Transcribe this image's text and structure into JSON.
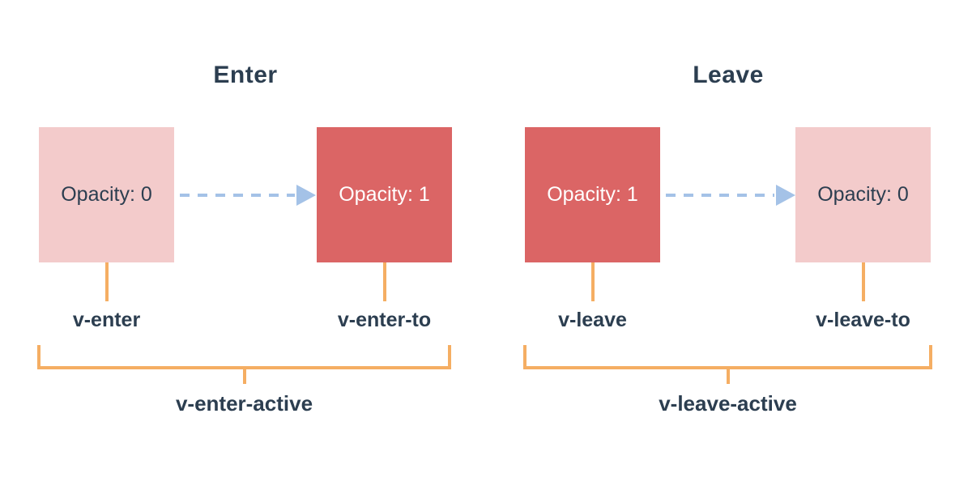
{
  "colors": {
    "faded_box": "#F3CBCB",
    "solid_box": "#DB6565",
    "connector_orange": "#F5AE63",
    "arrow_blue": "#A4C2E7",
    "text_dark": "#2C3E50",
    "text_light": "#FFFFFF"
  },
  "enter": {
    "title": "Enter",
    "from_box": "Opacity: 0",
    "to_box": "Opacity: 1",
    "from_label": "v-enter",
    "to_label": "v-enter-to",
    "active_label": "v-enter-active"
  },
  "leave": {
    "title": "Leave",
    "from_box": "Opacity: 1",
    "to_box": "Opacity: 0",
    "from_label": "v-leave",
    "to_label": "v-leave-to",
    "active_label": "v-leave-active"
  }
}
